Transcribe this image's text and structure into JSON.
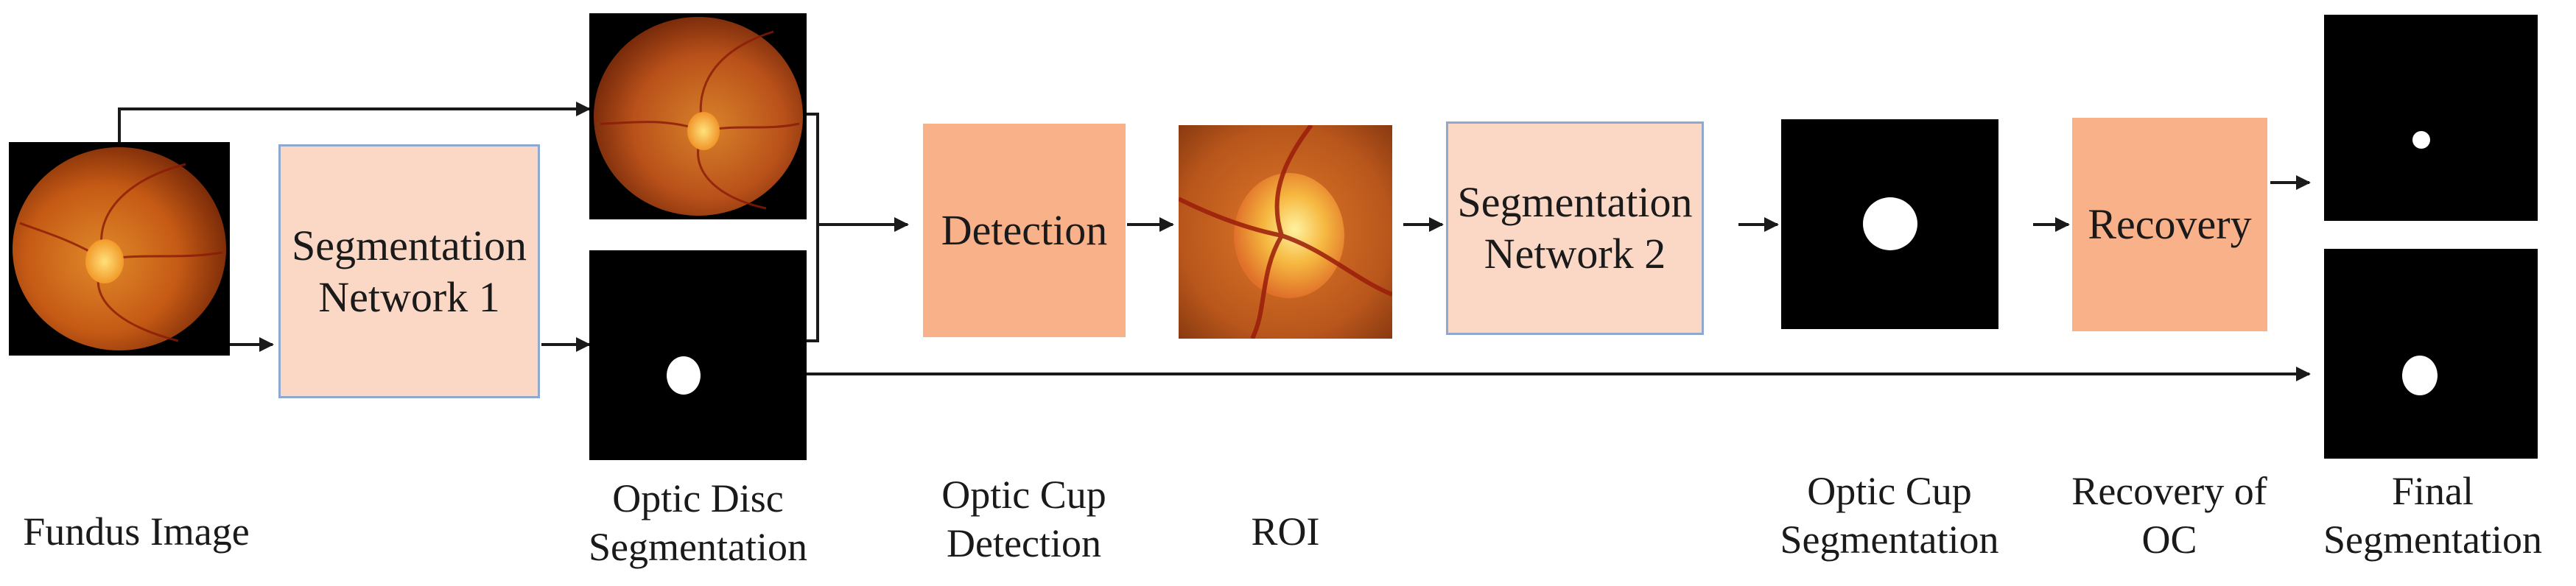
{
  "nodes": {
    "seg_net_1": "Segmentation Network 1",
    "detection": "Detection",
    "seg_net_2": "Segmentation Network 2",
    "recovery": "Recovery"
  },
  "captions": {
    "fundus_image": "Fundus Image",
    "optic_disc_segmentation": "Optic Disc Segmentation",
    "optic_cup_detection": "Optic Cup Detection",
    "roi": "ROI",
    "optic_cup_segmentation": "Optic Cup Segmentation",
    "recovery_of_oc": "Recovery of OC",
    "final_segmentation": "Final Segmentation"
  },
  "images": {
    "fundus": "retinal fundus photograph",
    "fundus_copy": "retinal fundus photograph",
    "disc_mask": "optic disc binary mask",
    "roi": "cropped optic disc region",
    "cup_mask": "optic cup binary mask",
    "final_cup": "final optic cup mask",
    "final_disc": "final optic disc mask"
  },
  "colors": {
    "light_box": "#fad8c5",
    "light_box_border": "#8fa8cf",
    "solid_box": "#f9b18a",
    "arrow": "#1a1a1a"
  }
}
